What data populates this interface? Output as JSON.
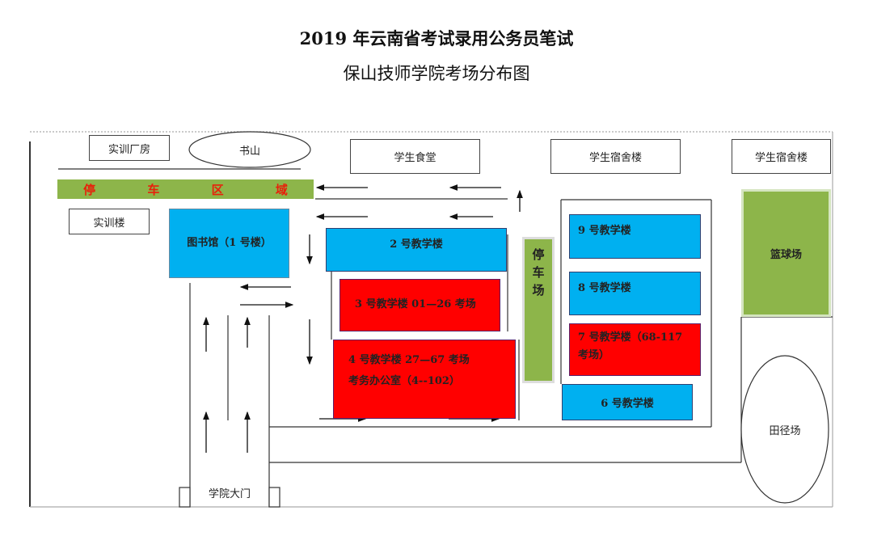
{
  "title": {
    "line1": "2019 年云南省考试录用公务员笔试",
    "line2": "保山技师学院考场分布图"
  },
  "buildings": {
    "training_factory": "实训厂房",
    "shushan": "书山",
    "canteen": "学生食堂",
    "dorm_1": "学生宿舍楼",
    "dorm_2": "学生宿舍楼",
    "parking_area": [
      "停",
      "车",
      "区",
      "域"
    ],
    "training_building": "实训楼",
    "library": "图书馆（1 号楼）",
    "building_2": "2 号教学楼",
    "building_3": "3 号教学楼  01—26 考场",
    "building_4_line1": "4 号教学楼  27—67 考场",
    "building_4_line2": "考务办公室（4--102）",
    "parking_lot": [
      "停",
      "车",
      "场"
    ],
    "building_9": "9 号教学楼",
    "building_8": "8 号教学楼",
    "building_7": "7 号教学楼（68-117 考场）",
    "building_6": "6 号教学楼",
    "basketball": "篮球场",
    "track": "田径场",
    "gate": "学院大门"
  },
  "colors": {
    "exam_building": "#ff0000",
    "other_building": "#00b0f0",
    "parking": "#8db54a"
  }
}
